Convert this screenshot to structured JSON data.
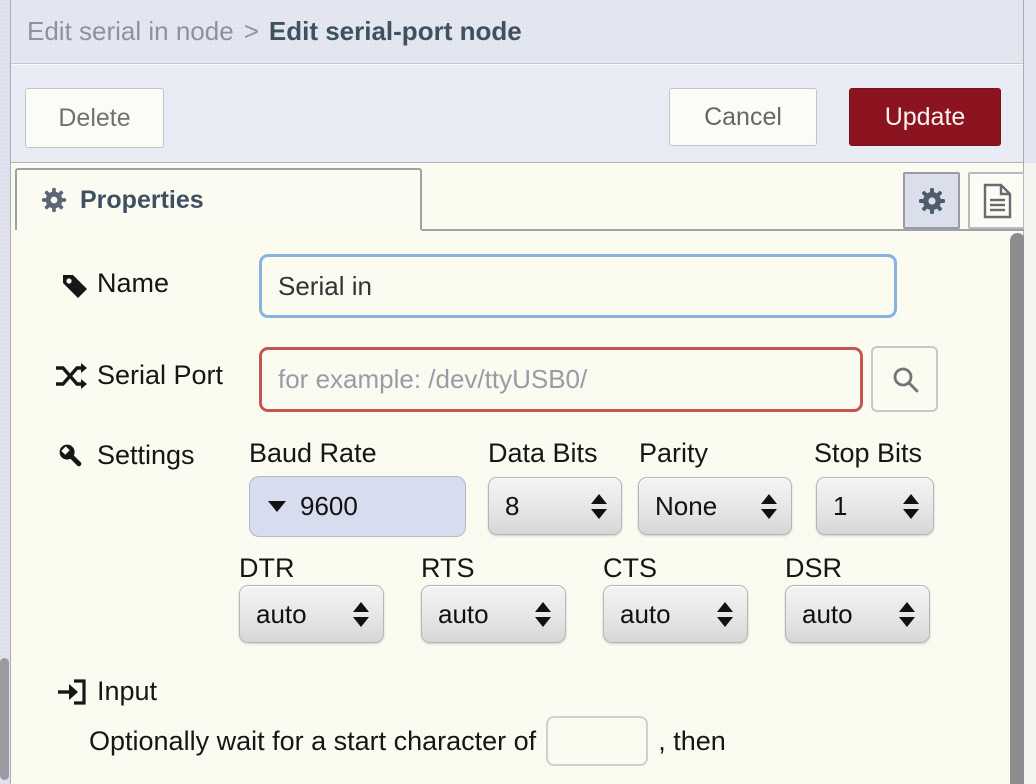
{
  "breadcrumb": {
    "parent": "Edit serial in node",
    "separator": ">",
    "current": "Edit serial-port node"
  },
  "toolbar": {
    "delete_label": "Delete",
    "cancel_label": "Cancel",
    "update_label": "Update"
  },
  "tabs": {
    "properties_label": "Properties"
  },
  "form": {
    "name": {
      "label": "Name",
      "value": "Serial in"
    },
    "serial_port": {
      "label": "Serial Port",
      "placeholder": "for example: /dev/ttyUSB0/"
    },
    "settings": {
      "label": "Settings",
      "baud": {
        "label": "Baud Rate",
        "value": "9600"
      },
      "databits": {
        "label": "Data Bits",
        "value": "8"
      },
      "parity": {
        "label": "Parity",
        "value": "None"
      },
      "stopbits": {
        "label": "Stop Bits",
        "value": "1"
      },
      "dtr": {
        "label": "DTR",
        "value": "auto"
      },
      "rts": {
        "label": "RTS",
        "value": "auto"
      },
      "cts": {
        "label": "CTS",
        "value": "auto"
      },
      "dsr": {
        "label": "DSR",
        "value": "auto"
      }
    },
    "input_section": {
      "label": "Input",
      "sentence_before": "Optionally wait for a start character of",
      "start_char_value": "",
      "sentence_after": ", then"
    }
  },
  "icons": {
    "name_row": "tag-icon",
    "serial_row": "shuffle-icon",
    "settings_row": "wrench-icon",
    "input_row": "sign-in-icon",
    "tab": "gear-icon",
    "tray_button_1": "gear-icon",
    "tray_button_2": "document-icon",
    "search": "search-icon"
  },
  "colors": {
    "update_button_bg": "#8c1420",
    "valid_field_border": "#86b4de",
    "invalid_field_border": "#c4564f",
    "header_bg": "#e2e5f0",
    "tray_bg": "#fbfbf2",
    "baud_select_bg": "#d7dcef",
    "tab_text": "#3f5060"
  }
}
